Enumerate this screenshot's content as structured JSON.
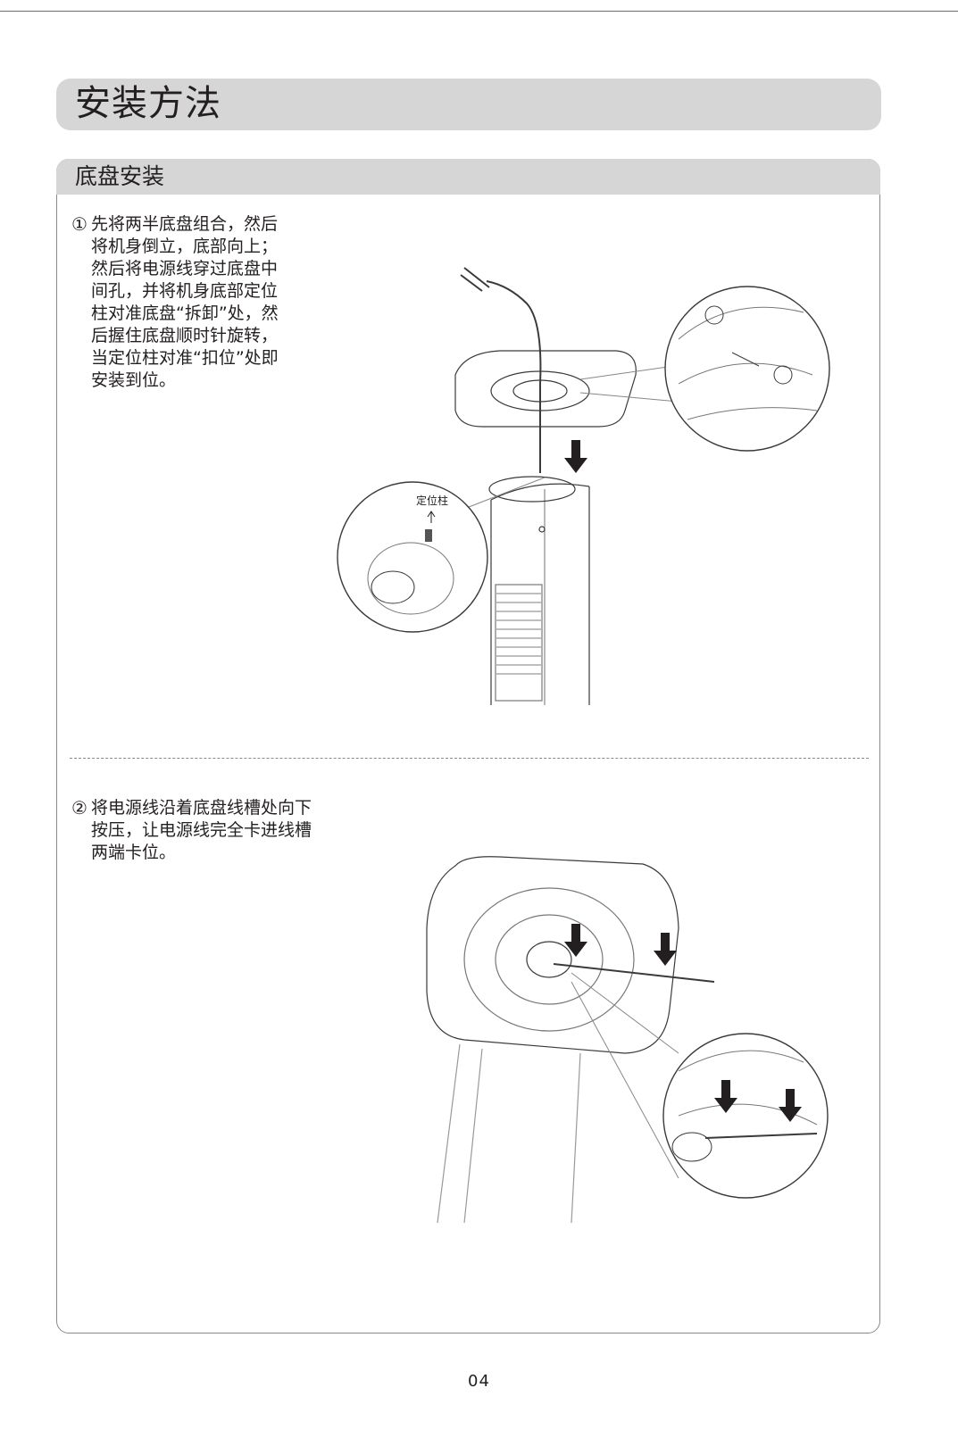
{
  "section": {
    "title": "安装方法"
  },
  "subsection": {
    "title": "底盘安装"
  },
  "steps": [
    {
      "number": "①",
      "text": "先将两半底盘组合，然后\n将机身倒立，底部向上；\n然后将电源线穿过底盘中\n间孔，并将机身底部定位\n柱对准底盘“拆卸”处，然\n后握住底盘顺时针旋转，\n当定位柱对准“扣位”处即\n安装到位。"
    },
    {
      "number": "②",
      "text": "将电源线沿着底盘线槽处向下\n按压，让电源线完全卡进线槽\n两端卡位。"
    }
  ],
  "callout_labels": {
    "locating_post": "定位柱"
  },
  "page_number": "04",
  "colors": {
    "bar": "#d6d6d6",
    "text": "#231f20",
    "border": "#8a8a8a"
  }
}
